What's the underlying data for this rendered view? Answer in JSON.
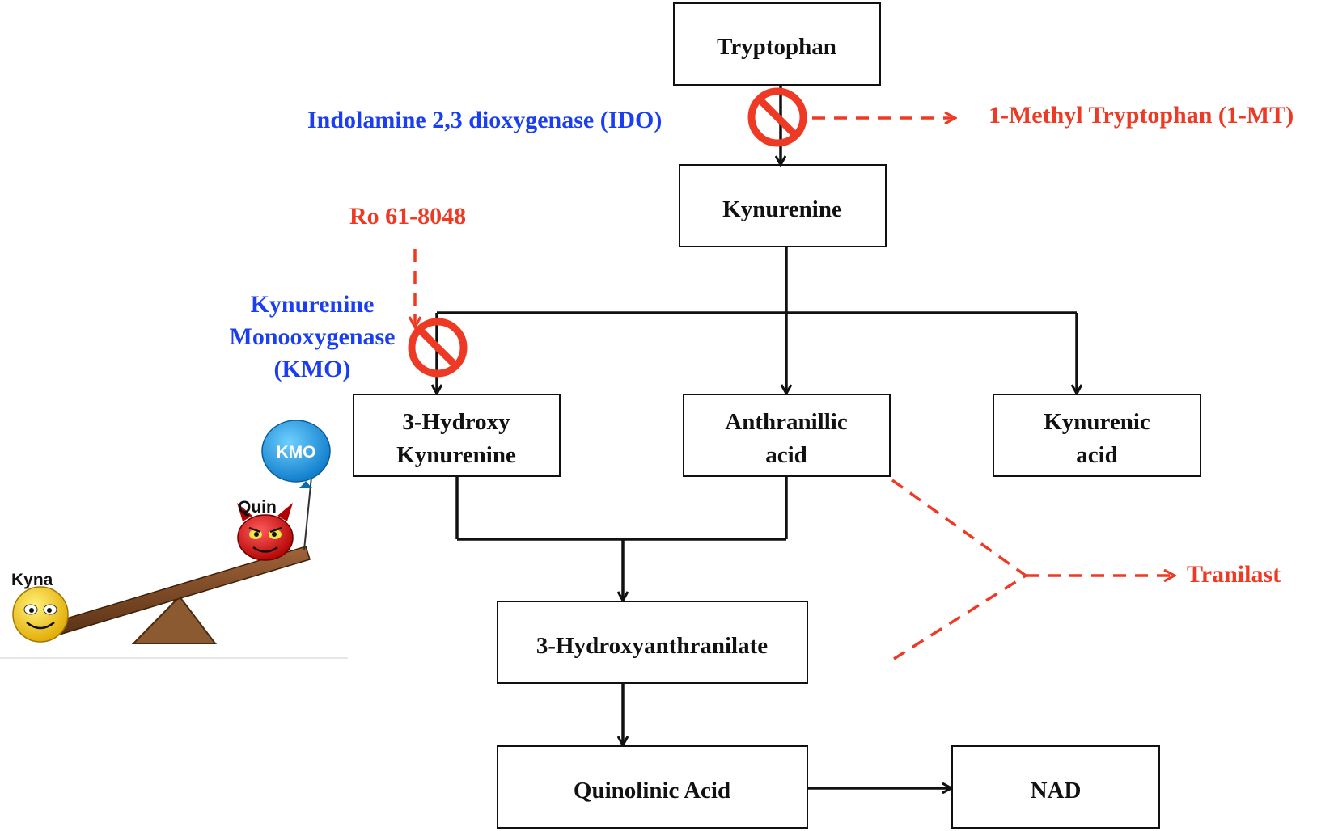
{
  "nodes": {
    "tryptophan": "Tryptophan",
    "kynurenine": "Kynurenine",
    "hydroxy_kyn_1": "3-Hydroxy",
    "hydroxy_kyn_2": "Kynurenine",
    "anthranilic_1": "Anthranillic",
    "anthranilic_2": "acid",
    "kynurenic_1": "Kynurenic",
    "kynurenic_2": "acid",
    "hydroxyanthranilate": "3-Hydroxyanthranilate",
    "quinolinic": "Quinolinic Acid",
    "nad": "NAD"
  },
  "enzymes": {
    "ido": "Indolamine 2,3 dioxygenase (IDO)",
    "kmo_1": "Kynurenine",
    "kmo_2": "Monooxygenase",
    "kmo_3": "(KMO)"
  },
  "inhibitors": {
    "one_mt": "1-Methyl Tryptophan (1-MT)",
    "ro": "Ro 61-8048",
    "tranilast": "Tranilast"
  },
  "seesaw": {
    "balloon": "KMO",
    "quin": "Quin",
    "kyna": "Kyna"
  },
  "colors": {
    "enzyme": "#1a3ef0",
    "inhibitor": "#ee3a24",
    "line": "#111111"
  }
}
